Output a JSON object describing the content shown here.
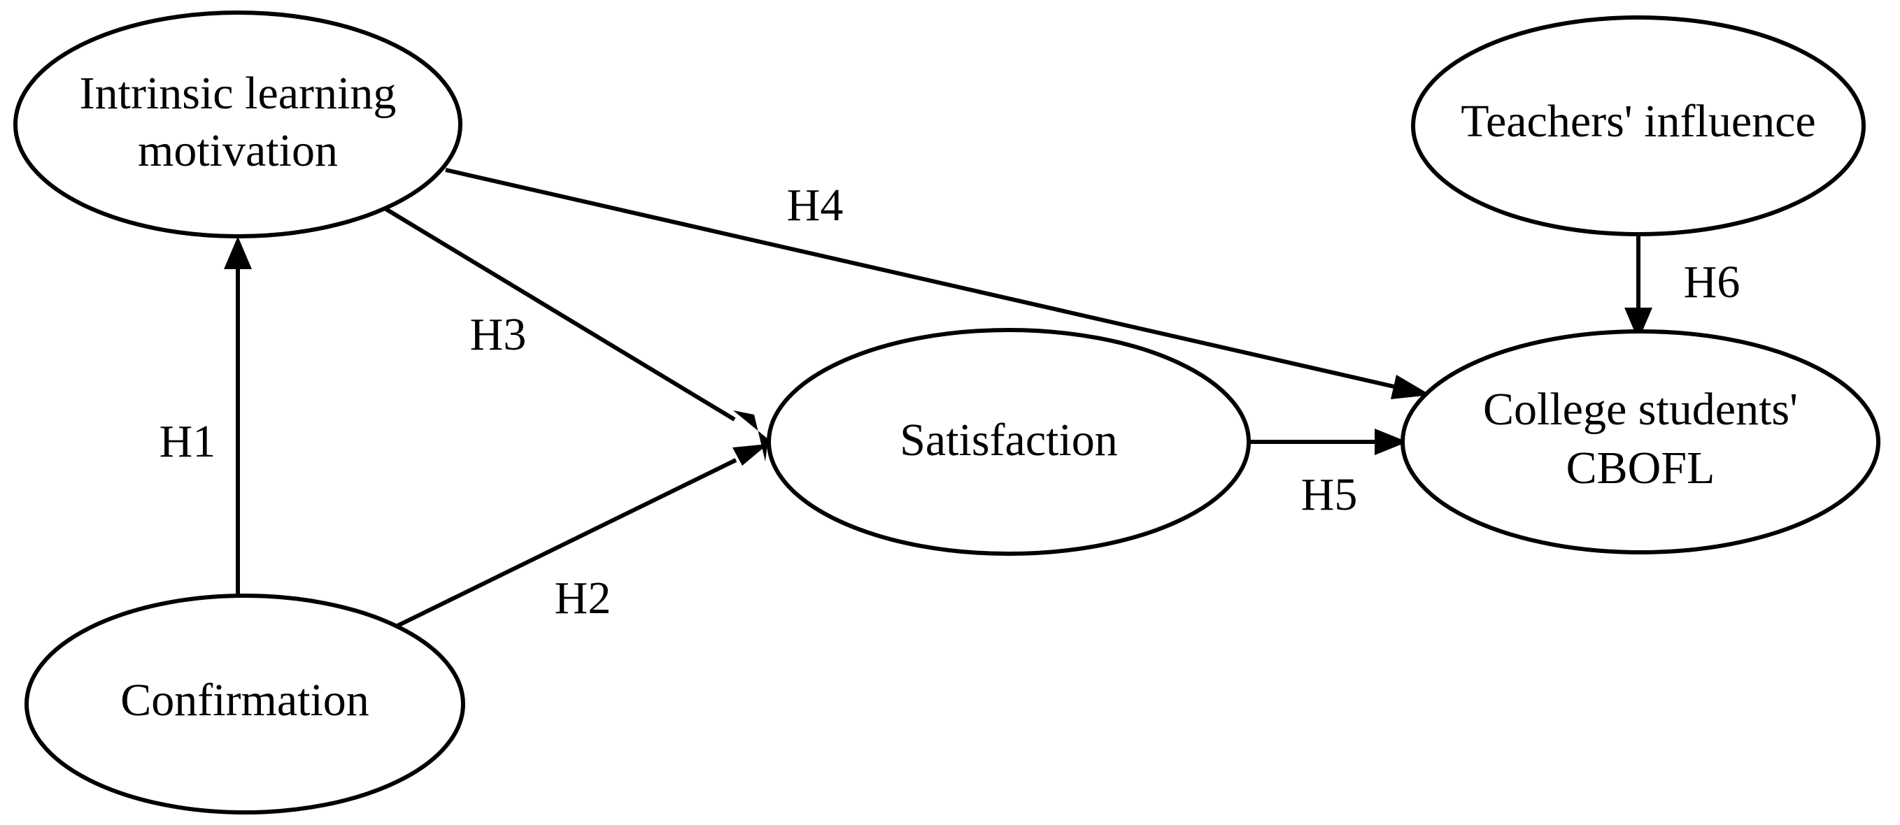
{
  "nodes": {
    "intrinsic": {
      "lines": [
        "Intrinsic learning",
        "motivation"
      ]
    },
    "teachers": {
      "lines": [
        "Teachers' influence"
      ]
    },
    "satisfaction": {
      "lines": [
        "Satisfaction"
      ]
    },
    "college": {
      "lines": [
        "College students'",
        "CBOFL"
      ]
    },
    "confirmation": {
      "lines": [
        "Confirmation"
      ]
    }
  },
  "edges": {
    "h1": {
      "label": "H1",
      "from": "confirmation",
      "to": "intrinsic"
    },
    "h2": {
      "label": "H2",
      "from": "confirmation",
      "to": "satisfaction"
    },
    "h3": {
      "label": "H3",
      "from": "intrinsic",
      "to": "satisfaction"
    },
    "h4": {
      "label": "H4",
      "from": "intrinsic",
      "to": "college"
    },
    "h5": {
      "label": "H5",
      "from": "satisfaction",
      "to": "college"
    },
    "h6": {
      "label": "H6",
      "from": "teachers",
      "to": "college"
    }
  },
  "colors": {
    "stroke": "#000000",
    "background": "#ffffff"
  }
}
